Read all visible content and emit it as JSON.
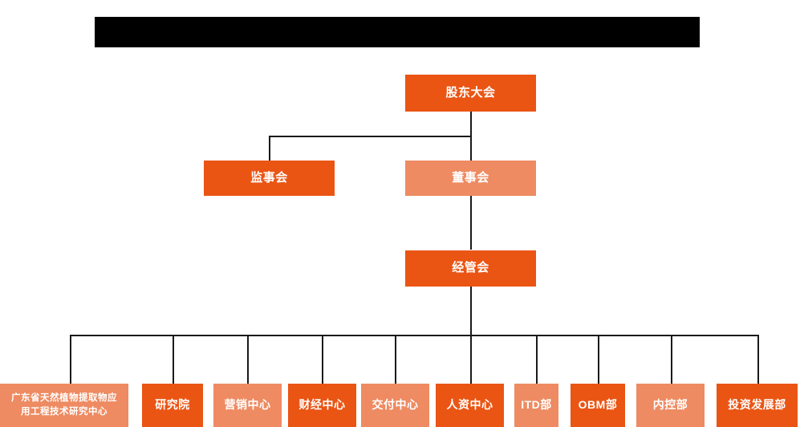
{
  "page": {
    "background_color": "#ffffff",
    "title_banner": {
      "name": "title-banner",
      "text": "",
      "color": "#000000",
      "note": "redacted solid black bar"
    }
  },
  "theme": {
    "accent_dark": "#EA5514",
    "accent_light": "#EE8B62",
    "line_color": "#1a1a1a",
    "text_color": "#ffffff"
  },
  "chart": {
    "type": "org-chart",
    "levels": [
      {
        "level": 1,
        "nodes": [
          {
            "id": "shareholders",
            "label": "股东大会",
            "tone": "dark"
          }
        ]
      },
      {
        "level": 2,
        "nodes": [
          {
            "id": "supervisory",
            "label": "监事会",
            "tone": "dark"
          },
          {
            "id": "board",
            "label": "董事会",
            "tone": "light"
          }
        ]
      },
      {
        "level": 3,
        "nodes": [
          {
            "id": "management",
            "label": "经管会",
            "tone": "dark"
          }
        ]
      },
      {
        "level": 4,
        "nodes": [
          {
            "id": "rnd-center",
            "label_line1": "广东省天然植物提取物应",
            "label_line2": "用工程技术研究中心",
            "tone": "light"
          },
          {
            "id": "research-institute",
            "label": "研究院",
            "tone": "dark"
          },
          {
            "id": "marketing-center",
            "label": "营销中心",
            "tone": "light"
          },
          {
            "id": "finance-center",
            "label": "财经中心",
            "tone": "dark"
          },
          {
            "id": "delivery-center",
            "label": "交付中心",
            "tone": "light"
          },
          {
            "id": "hr-center",
            "label": "人资中心",
            "tone": "dark"
          },
          {
            "id": "itd-dept",
            "label": "ITD部",
            "tone": "light"
          },
          {
            "id": "obm-dept",
            "label": "OBM部",
            "tone": "dark"
          },
          {
            "id": "internal-control-dept",
            "label": "内控部",
            "tone": "light"
          },
          {
            "id": "investment-dev-dept",
            "label": "投资发展部",
            "tone": "dark"
          }
        ]
      }
    ],
    "edges": [
      {
        "from": "shareholders",
        "to": "supervisory"
      },
      {
        "from": "shareholders",
        "to": "board"
      },
      {
        "from": "board",
        "to": "management"
      },
      {
        "from": "management",
        "to": "rnd-center"
      },
      {
        "from": "management",
        "to": "research-institute"
      },
      {
        "from": "management",
        "to": "marketing-center"
      },
      {
        "from": "management",
        "to": "finance-center"
      },
      {
        "from": "management",
        "to": "delivery-center"
      },
      {
        "from": "management",
        "to": "hr-center"
      },
      {
        "from": "management",
        "to": "itd-dept"
      },
      {
        "from": "management",
        "to": "obm-dept"
      },
      {
        "from": "management",
        "to": "internal-control-dept"
      },
      {
        "from": "management",
        "to": "investment-dev-dept"
      }
    ]
  }
}
